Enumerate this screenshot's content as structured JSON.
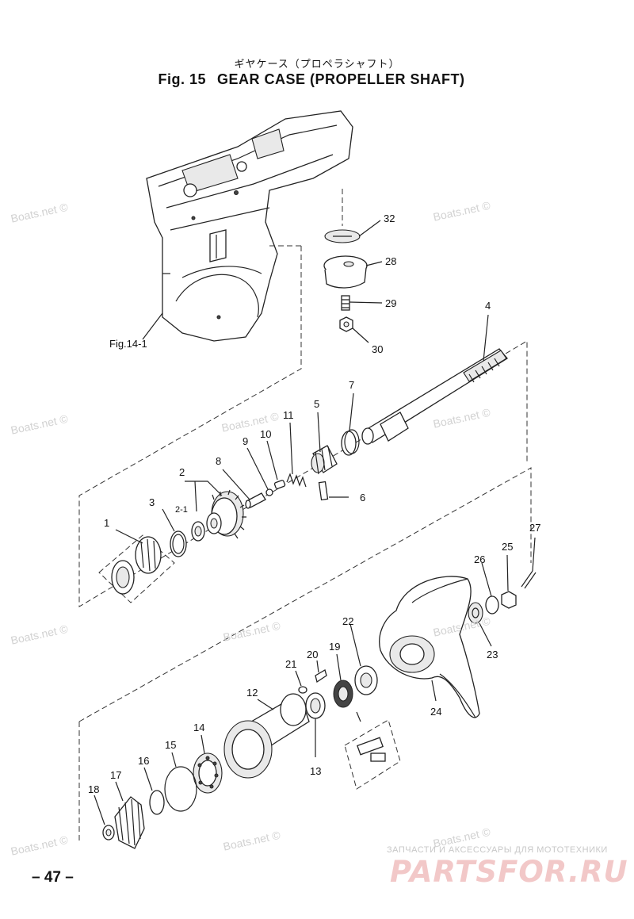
{
  "title_jp": "ギヤケース（プロペラシャフト）",
  "title_fig": "Fig. 15",
  "title_en": "GEAR CASE  (PROPELLER SHAFT)",
  "ref_label": "Fig.14-1",
  "page_number": "– 47 –",
  "watermark": "Boats.net ©",
  "brand_tagline": "ЗАПЧАСТИ И АКСЕССУАРЫ ДЛЯ МОТОТЕХНИКИ",
  "brand_name": "PARTSFOR.RU",
  "callouts": {
    "c1": "1",
    "c2": "2",
    "c2_1": "2-1",
    "c3": "3",
    "c4": "4",
    "c5": "5",
    "c6": "6",
    "c7": "7",
    "c8": "8",
    "c9": "9",
    "c10": "10",
    "c11": "11",
    "c12": "12",
    "c13": "13",
    "c14": "14",
    "c15": "15",
    "c16": "16",
    "c17": "17",
    "c18": "18",
    "c19": "19",
    "c20": "20",
    "c21": "21",
    "c22": "22",
    "c23": "23",
    "c24": "24",
    "c25": "25",
    "c26": "26",
    "c27": "27",
    "c28": "28",
    "c29": "29",
    "c30": "30",
    "c32": "32"
  }
}
